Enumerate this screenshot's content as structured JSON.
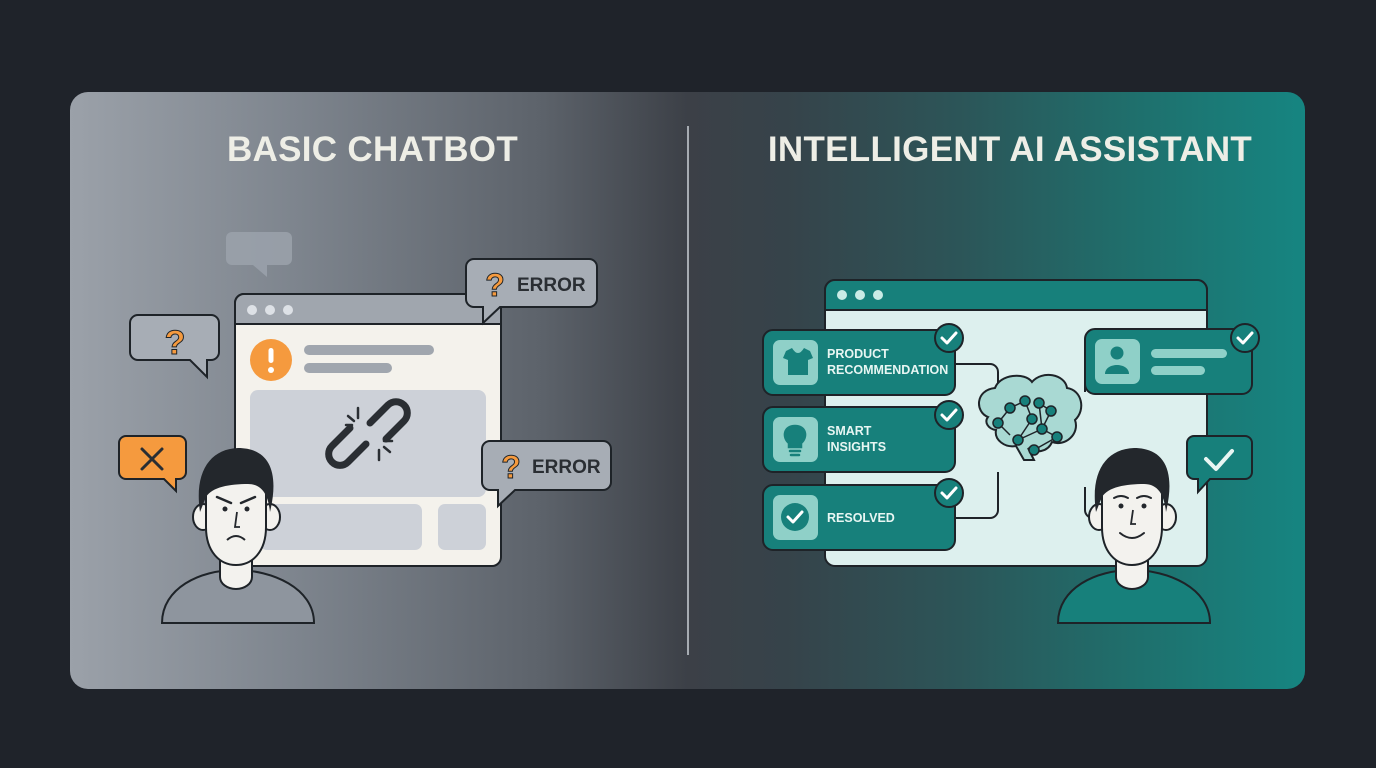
{
  "left_panel": {
    "title": "BASIC CHATBOT",
    "bubbles": [
      {
        "type": "question",
        "icon": "question-mark-icon",
        "label": ""
      },
      {
        "type": "error",
        "icon": "question-mark-icon",
        "label": "ERROR"
      },
      {
        "type": "error",
        "icon": "question-mark-icon",
        "label": "ERROR"
      },
      {
        "type": "reject",
        "icon": "x-icon",
        "label": ""
      }
    ],
    "window": {
      "icons": [
        "alert-icon",
        "broken-link-icon"
      ]
    },
    "user_mood": "frustrated"
  },
  "right_panel": {
    "title": "INTELLIGENT AI ASSISTANT",
    "features": [
      {
        "icon": "tshirt-icon",
        "line1": "PRODUCT",
        "line2": "RECOMMENDATION",
        "status": "check"
      },
      {
        "icon": "lightbulb-icon",
        "line1": "SMART",
        "line2": "INSIGHTS",
        "status": "check"
      },
      {
        "icon": "check-circle-icon",
        "line1": "RESOLVED",
        "line2": "",
        "status": "check"
      }
    ],
    "profile_card": {
      "icon": "user-icon",
      "status": "check"
    },
    "center_icon": "brain-network-icon",
    "reply_bubble": {
      "icon": "check-icon"
    },
    "user_mood": "happy"
  },
  "colors": {
    "background": "#1f232a",
    "teal": "#17807b",
    "teal_dark": "#116a66",
    "teal_light": "#dff2ef",
    "orange": "#f59a3e",
    "gray_bubble": "#a7adb5",
    "outline": "#1e2328"
  }
}
